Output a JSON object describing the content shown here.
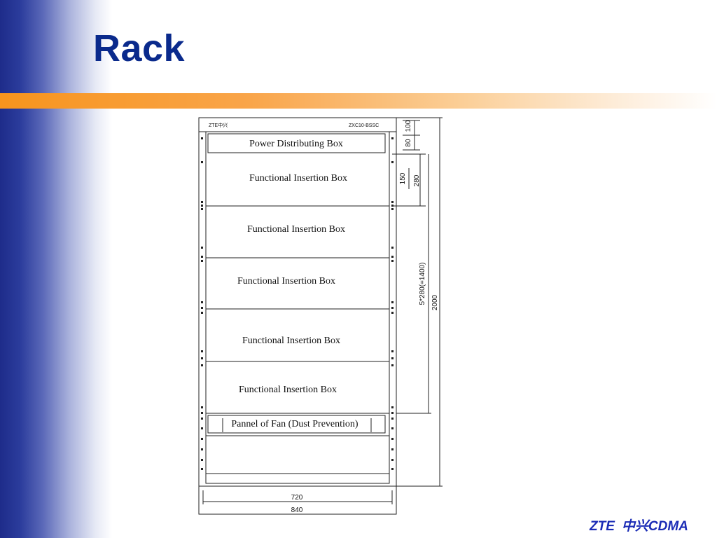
{
  "slide": {
    "title": "Rack",
    "footer_brand": "ZTE",
    "footer_product": "中兴CDMA"
  },
  "diagram": {
    "header_left": "ZTE中兴",
    "header_right": "ZXC10-BSSC",
    "power_box": "Power Distributing Box",
    "boxes": [
      "Functional Insertion Box",
      "Functional Insertion Box",
      "Functional Insertion Box",
      "Functional Insertion Box",
      "Functional Insertion Box"
    ],
    "fan_panel": "Pannel of Fan (Dust Prevention)",
    "dimensions": {
      "d100": "100",
      "d80": "80",
      "d150": "150",
      "d280": "280",
      "d_stack": "5*280(=1400)",
      "d2000": "2000",
      "d720": "720",
      "d840": "840"
    }
  },
  "colors": {
    "title": "#0a2a8c",
    "footer": "#1a2bb5",
    "band": "#1e2c8a",
    "bar": "#f7941d"
  }
}
